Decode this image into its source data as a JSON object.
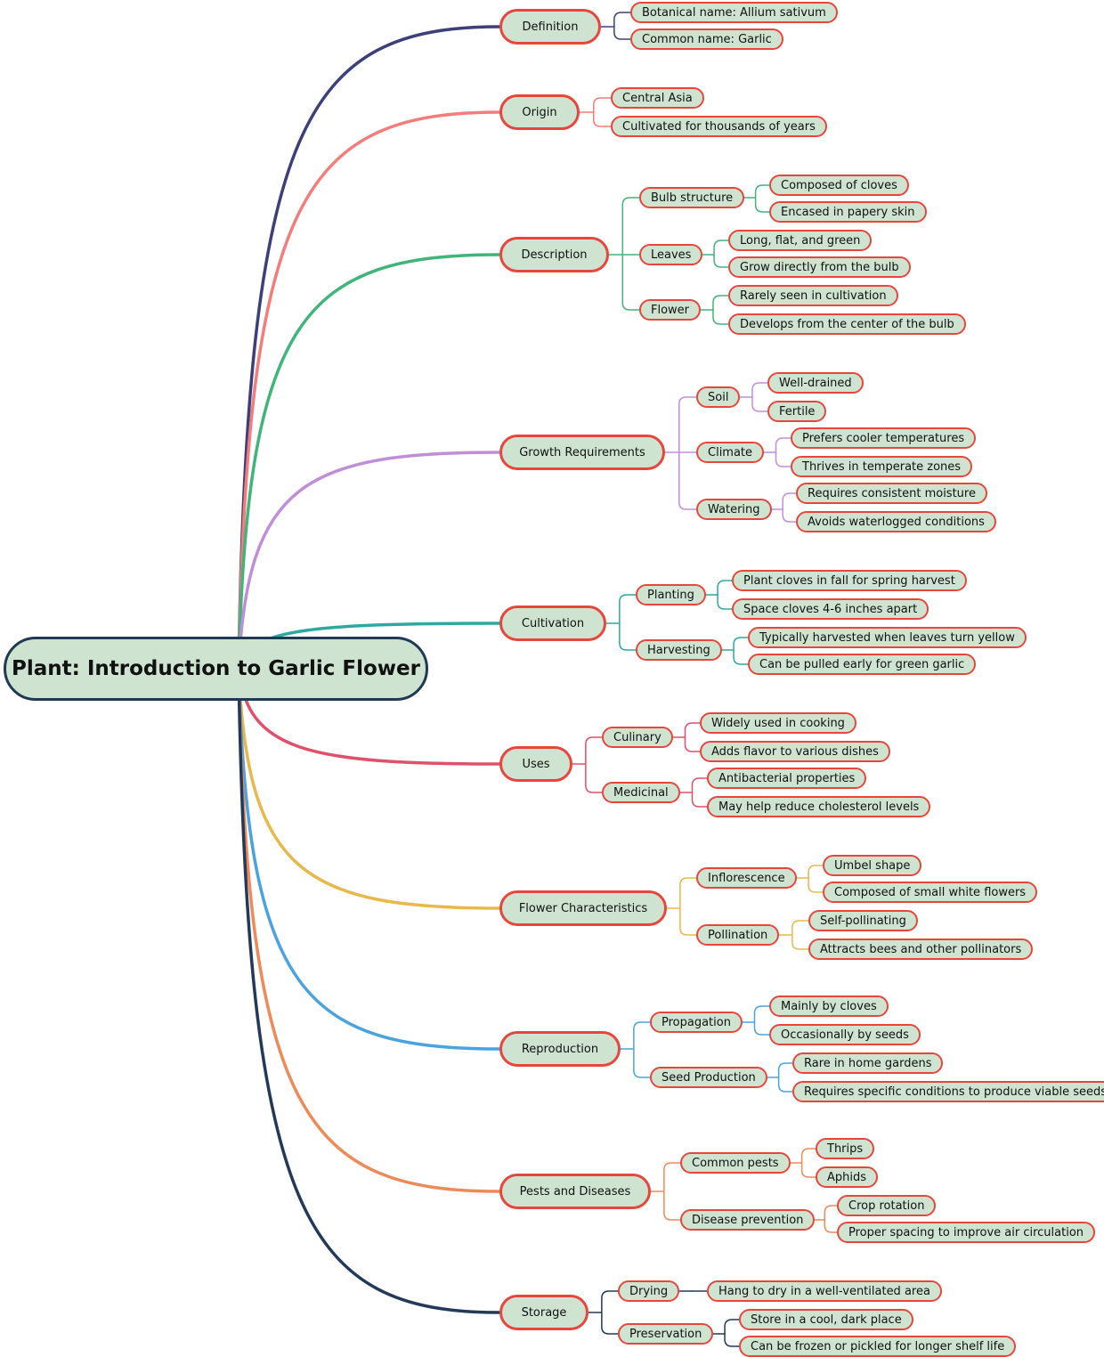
{
  "root": "Plant: Introduction to Garlic Flower",
  "topics": [
    {
      "label": "Definition",
      "color": "#3d3f7a",
      "children": [
        {
          "label": "Botanical name: Allium sativum"
        },
        {
          "label": "Common name: Garlic"
        }
      ]
    },
    {
      "label": "Origin",
      "color": "#f47c7a",
      "children": [
        {
          "label": "Central Asia"
        },
        {
          "label": "Cultivated for thousands of years"
        }
      ]
    },
    {
      "label": "Description",
      "color": "#3fb57a",
      "children": [
        {
          "label": "Bulb structure",
          "children": [
            "Composed of cloves",
            "Encased in papery skin"
          ]
        },
        {
          "label": "Leaves",
          "children": [
            "Long, flat, and green",
            "Grow directly from the bulb"
          ]
        },
        {
          "label": "Flower",
          "children": [
            "Rarely seen in cultivation",
            "Develops from the center of the bulb"
          ]
        }
      ]
    },
    {
      "label": "Growth Requirements",
      "color": "#c08ed8",
      "children": [
        {
          "label": "Soil",
          "children": [
            "Well-drained",
            "Fertile"
          ]
        },
        {
          "label": "Climate",
          "children": [
            "Prefers cooler temperatures",
            "Thrives in temperate zones"
          ]
        },
        {
          "label": "Watering",
          "children": [
            "Requires consistent moisture",
            "Avoids waterlogged conditions"
          ]
        }
      ]
    },
    {
      "label": "Cultivation",
      "color": "#2ea8a0",
      "children": [
        {
          "label": "Planting",
          "children": [
            "Plant cloves in fall for spring harvest",
            "Space cloves 4-6 inches apart"
          ]
        },
        {
          "label": "Harvesting",
          "children": [
            "Typically harvested when leaves turn yellow",
            "Can be pulled early for green garlic"
          ]
        }
      ]
    },
    {
      "label": "Uses",
      "color": "#e0506a",
      "children": [
        {
          "label": "Culinary",
          "children": [
            "Widely used in cooking",
            "Adds flavor to various dishes"
          ]
        },
        {
          "label": "Medicinal",
          "children": [
            "Antibacterial properties",
            "May help reduce cholesterol levels"
          ]
        }
      ]
    },
    {
      "label": "Flower Characteristics",
      "color": "#e8b84a",
      "children": [
        {
          "label": "Inflorescence",
          "children": [
            "Umbel shape",
            "Composed of small white flowers"
          ]
        },
        {
          "label": "Pollination",
          "children": [
            "Self-pollinating",
            "Attracts bees and other pollinators"
          ]
        }
      ]
    },
    {
      "label": "Reproduction",
      "color": "#4aa3e0",
      "children": [
        {
          "label": "Propagation",
          "children": [
            "Mainly by cloves",
            "Occasionally by seeds"
          ]
        },
        {
          "label": "Seed Production",
          "children": [
            "Rare in home gardens",
            "Requires specific conditions to produce viable seeds"
          ]
        }
      ]
    },
    {
      "label": "Pests and Diseases",
      "color": "#ee8a58",
      "children": [
        {
          "label": "Common pests",
          "children": [
            "Thrips",
            "Aphids"
          ]
        },
        {
          "label": "Disease prevention",
          "children": [
            "Crop rotation",
            "Proper spacing to improve air circulation"
          ]
        }
      ]
    },
    {
      "label": "Storage",
      "color": "#23395a",
      "children": [
        {
          "label": "Drying",
          "children": [
            "Hang to dry in a well-ventilated area"
          ]
        },
        {
          "label": "Preservation",
          "children": [
            "Store in a cool, dark place",
            "Can be frozen or pickled for longer shelf life"
          ]
        }
      ]
    }
  ]
}
